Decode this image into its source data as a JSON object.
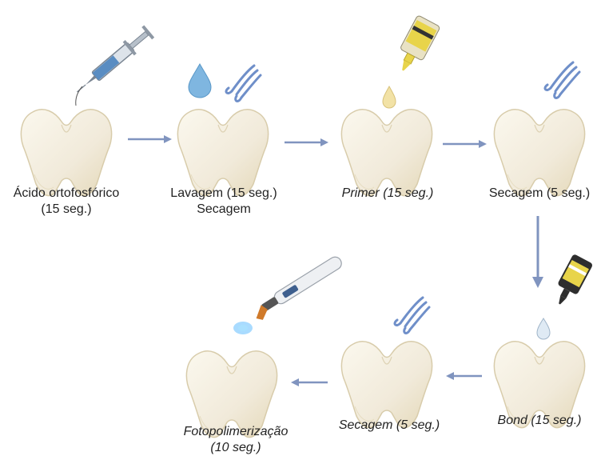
{
  "steps": [
    {
      "id": "step1",
      "line1": "Ácido ortofosfórico",
      "line2": "(15 seg.)",
      "icon": "syringe-icon"
    },
    {
      "id": "step2",
      "line1": "Lavagem (15 seg.)",
      "line2": "Secagem",
      "icon": "water-drop-and-air-icon"
    },
    {
      "id": "step3",
      "line1": "Primer (15 seg.)",
      "italic_part": "Primer",
      "icon": "primer-dropper-bottle-icon"
    },
    {
      "id": "step4",
      "line1": "Secagem (5 seg.)",
      "icon": "air-blow-icon"
    },
    {
      "id": "step5",
      "line1": "Bond",
      "line1_suffix": " (15 seg.)",
      "icon": "bond-dropper-bottle-icon"
    },
    {
      "id": "step6",
      "line1": "Secagem (5 seg.)",
      "icon": "air-blow-icon"
    },
    {
      "id": "step7",
      "line1": "Fotopolimerização",
      "line2": "(10 seg.)",
      "icon": "curing-light-icon"
    }
  ],
  "colors": {
    "arrow": "#8094bf",
    "air": "#6f8fc9",
    "drop_water": "#7fb6e0",
    "tooth_fill": "#f4eedb",
    "tooth_stroke": "#d8ccab"
  }
}
